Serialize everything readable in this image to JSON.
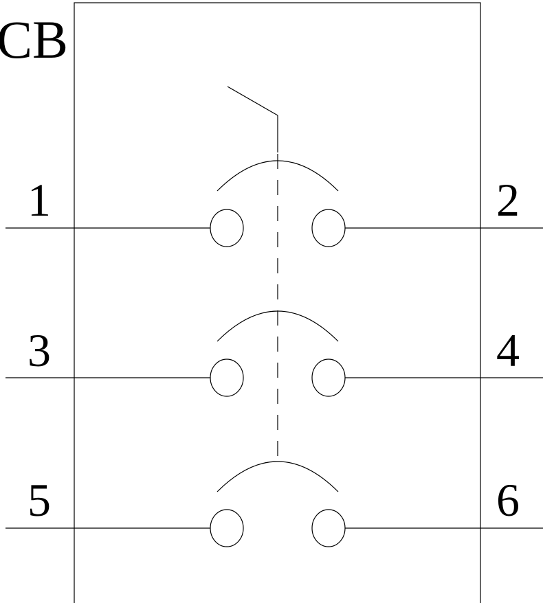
{
  "diagram": {
    "title": "CB",
    "terminals": [
      {
        "name": "1"
      },
      {
        "name": "2"
      },
      {
        "name": "3"
      },
      {
        "name": "4"
      },
      {
        "name": "5"
      },
      {
        "name": "6"
      }
    ],
    "colors": {
      "line": "#000000",
      "background": "#ffffff"
    }
  }
}
